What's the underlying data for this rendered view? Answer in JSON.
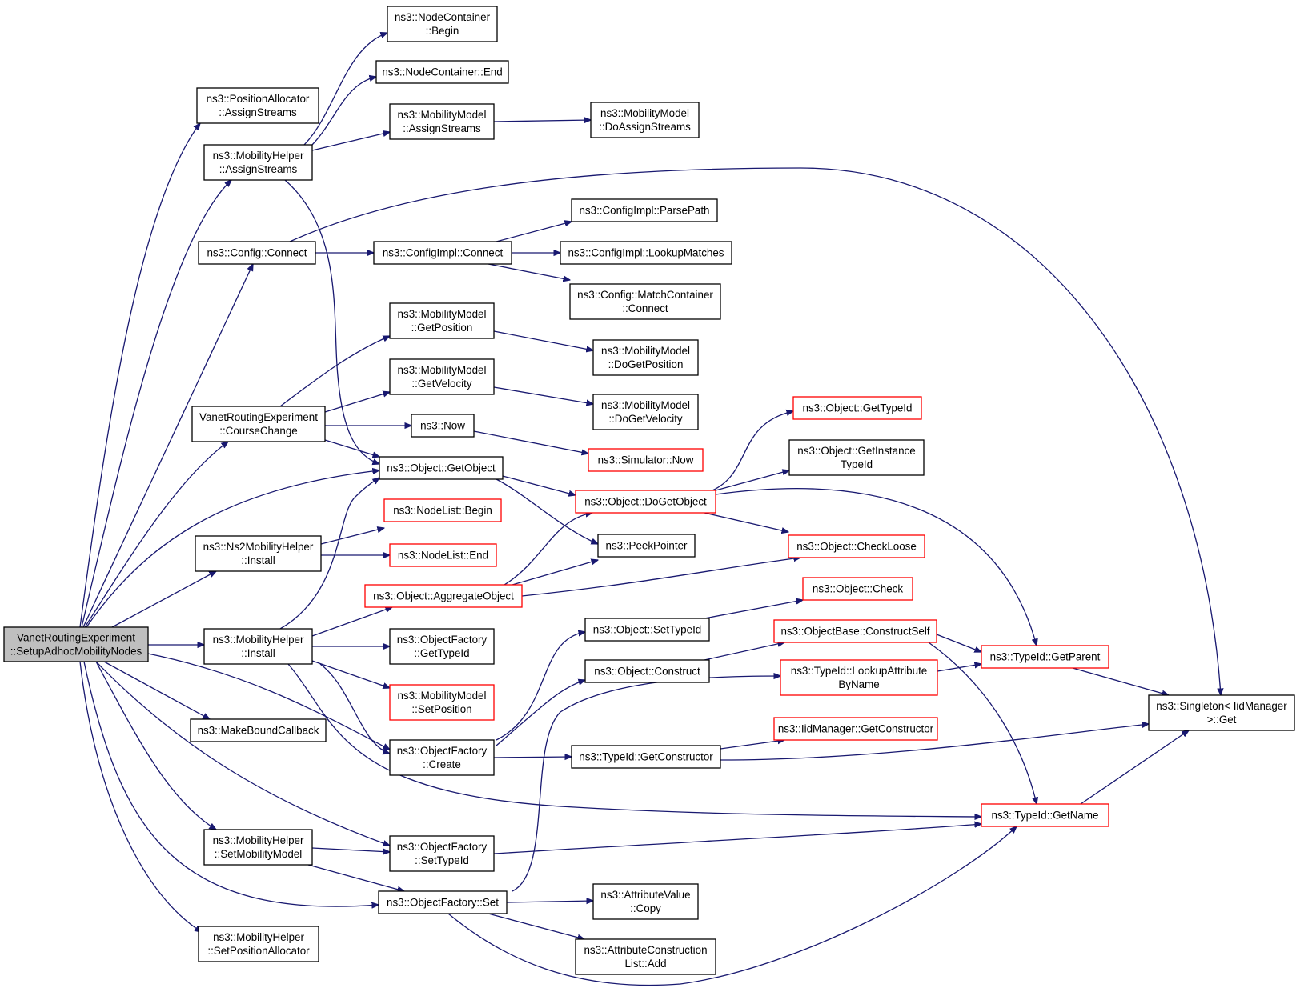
{
  "nodes": [
    {
      "id": "root",
      "lines": [
        "VanetRoutingExperiment",
        "::SetupAdhocMobilityNodes"
      ],
      "kind": "root"
    },
    {
      "id": "pa_as",
      "lines": [
        "ns3::PositionAllocator",
        "::AssignStreams"
      ],
      "kind": "normal"
    },
    {
      "id": "nc_begin",
      "lines": [
        "ns3::NodeContainer",
        "::Begin"
      ],
      "kind": "normal"
    },
    {
      "id": "nc_end",
      "lines": [
        "ns3::NodeContainer::End"
      ],
      "kind": "normal"
    },
    {
      "id": "mm_as",
      "lines": [
        "ns3::MobilityModel",
        "::AssignStreams"
      ],
      "kind": "normal"
    },
    {
      "id": "mm_das",
      "lines": [
        "ns3::MobilityModel",
        "::DoAssignStreams"
      ],
      "kind": "normal"
    },
    {
      "id": "mh_as",
      "lines": [
        "ns3::MobilityHelper",
        "::AssignStreams"
      ],
      "kind": "normal"
    },
    {
      "id": "cfg_parse",
      "lines": [
        "ns3::ConfigImpl::ParsePath"
      ],
      "kind": "normal"
    },
    {
      "id": "cfg_connect",
      "lines": [
        "ns3::Config::Connect"
      ],
      "kind": "normal"
    },
    {
      "id": "cfgimpl_connect",
      "lines": [
        "ns3::ConfigImpl::Connect"
      ],
      "kind": "normal"
    },
    {
      "id": "cfg_lookup",
      "lines": [
        "ns3::ConfigImpl::LookupMatches"
      ],
      "kind": "normal"
    },
    {
      "id": "cfg_mc",
      "lines": [
        "ns3::Config::MatchContainer",
        "::Connect"
      ],
      "kind": "normal"
    },
    {
      "id": "mm_gp",
      "lines": [
        "ns3::MobilityModel",
        "::GetPosition"
      ],
      "kind": "normal"
    },
    {
      "id": "mm_dgp",
      "lines": [
        "ns3::MobilityModel",
        "::DoGetPosition"
      ],
      "kind": "normal"
    },
    {
      "id": "mm_gv",
      "lines": [
        "ns3::MobilityModel",
        "::GetVelocity"
      ],
      "kind": "normal"
    },
    {
      "id": "mm_dgv",
      "lines": [
        "ns3::MobilityModel",
        "::DoGetVelocity"
      ],
      "kind": "normal"
    },
    {
      "id": "obj_gti",
      "lines": [
        "ns3::Object::GetTypeId"
      ],
      "kind": "ext"
    },
    {
      "id": "vre_cc",
      "lines": [
        "VanetRoutingExperiment",
        "::CourseChange"
      ],
      "kind": "normal"
    },
    {
      "id": "now",
      "lines": [
        "ns3::Now"
      ],
      "kind": "normal"
    },
    {
      "id": "obj_giti",
      "lines": [
        "ns3::Object::GetInstance",
        "TypeId"
      ],
      "kind": "normal"
    },
    {
      "id": "sim_now",
      "lines": [
        "ns3::Simulator::Now"
      ],
      "kind": "ext"
    },
    {
      "id": "obj_go",
      "lines": [
        "ns3::Object::GetObject"
      ],
      "kind": "normal"
    },
    {
      "id": "obj_dgo",
      "lines": [
        "ns3::Object::DoGetObject"
      ],
      "kind": "ext"
    },
    {
      "id": "nl_begin",
      "lines": [
        "ns3::NodeList::Begin"
      ],
      "kind": "ext"
    },
    {
      "id": "ns2_install",
      "lines": [
        "ns3::Ns2MobilityHelper",
        "::Install"
      ],
      "kind": "normal"
    },
    {
      "id": "peek",
      "lines": [
        "ns3::PeekPointer"
      ],
      "kind": "normal"
    },
    {
      "id": "obj_cl",
      "lines": [
        "ns3::Object::CheckLoose"
      ],
      "kind": "ext"
    },
    {
      "id": "nl_end",
      "lines": [
        "ns3::NodeList::End"
      ],
      "kind": "ext"
    },
    {
      "id": "obj_ao",
      "lines": [
        "ns3::Object::AggregateObject"
      ],
      "kind": "ext"
    },
    {
      "id": "obj_check",
      "lines": [
        "ns3::Object::Check"
      ],
      "kind": "ext"
    },
    {
      "id": "obj_sti",
      "lines": [
        "ns3::Object::SetTypeId"
      ],
      "kind": "normal"
    },
    {
      "id": "ob_cs",
      "lines": [
        "ns3::ObjectBase::ConstructSelf"
      ],
      "kind": "ext"
    },
    {
      "id": "mh_install",
      "lines": [
        "ns3::MobilityHelper",
        "::Install"
      ],
      "kind": "normal"
    },
    {
      "id": "of_gti",
      "lines": [
        "ns3::ObjectFactory",
        "::GetTypeId"
      ],
      "kind": "normal"
    },
    {
      "id": "tid_gp",
      "lines": [
        "ns3::TypeId::GetParent"
      ],
      "kind": "ext"
    },
    {
      "id": "obj_construct",
      "lines": [
        "ns3::Object::Construct"
      ],
      "kind": "normal"
    },
    {
      "id": "mm_sp",
      "lines": [
        "ns3::MobilityModel",
        "::SetPosition"
      ],
      "kind": "ext"
    },
    {
      "id": "tid_lab",
      "lines": [
        "ns3::TypeId::LookupAttribute",
        "ByName"
      ],
      "kind": "ext"
    },
    {
      "id": "singleton",
      "lines": [
        "ns3::Singleton< IidManager",
        ">::Get"
      ],
      "kind": "normal"
    },
    {
      "id": "mbc",
      "lines": [
        "ns3::MakeBoundCallback"
      ],
      "kind": "normal"
    },
    {
      "id": "iid_gc",
      "lines": [
        "ns3::IidManager::GetConstructor"
      ],
      "kind": "ext"
    },
    {
      "id": "of_create",
      "lines": [
        "ns3::ObjectFactory",
        "::Create"
      ],
      "kind": "normal"
    },
    {
      "id": "tid_gc",
      "lines": [
        "ns3::TypeId::GetConstructor"
      ],
      "kind": "normal"
    },
    {
      "id": "tid_gn",
      "lines": [
        "ns3::TypeId::GetName"
      ],
      "kind": "ext"
    },
    {
      "id": "mh_smm",
      "lines": [
        "ns3::MobilityHelper",
        "::SetMobilityModel"
      ],
      "kind": "normal"
    },
    {
      "id": "of_sti",
      "lines": [
        "ns3::ObjectFactory",
        "::SetTypeId"
      ],
      "kind": "normal"
    },
    {
      "id": "of_set",
      "lines": [
        "ns3::ObjectFactory::Set"
      ],
      "kind": "normal"
    },
    {
      "id": "av_copy",
      "lines": [
        "ns3::AttributeValue",
        "::Copy"
      ],
      "kind": "normal"
    },
    {
      "id": "mh_spa",
      "lines": [
        "ns3::MobilityHelper",
        "::SetPositionAllocator"
      ],
      "kind": "normal"
    },
    {
      "id": "acl_add",
      "lines": [
        "ns3::AttributeConstruction",
        "List::Add"
      ],
      "kind": "normal"
    }
  ],
  "edges": [
    [
      "root",
      "pa_as"
    ],
    [
      "root",
      "mh_as"
    ],
    [
      "root",
      "cfg_connect"
    ],
    [
      "root",
      "vre_cc"
    ],
    [
      "root",
      "obj_go"
    ],
    [
      "root",
      "ns2_install"
    ],
    [
      "root",
      "mh_install"
    ],
    [
      "root",
      "mbc"
    ],
    [
      "root",
      "of_create"
    ],
    [
      "root",
      "mh_smm"
    ],
    [
      "root",
      "of_sti"
    ],
    [
      "root",
      "of_set"
    ],
    [
      "root",
      "mh_spa"
    ],
    [
      "mh_as",
      "nc_begin"
    ],
    [
      "mh_as",
      "nc_end"
    ],
    [
      "mh_as",
      "mm_as"
    ],
    [
      "mh_as",
      "obj_go"
    ],
    [
      "mm_as",
      "mm_das"
    ],
    [
      "cfg_connect",
      "cfgimpl_connect"
    ],
    [
      "cfg_connect",
      "singleton"
    ],
    [
      "cfgimpl_connect",
      "cfg_parse"
    ],
    [
      "cfgimpl_connect",
      "cfg_lookup"
    ],
    [
      "cfgimpl_connect",
      "cfg_mc"
    ],
    [
      "vre_cc",
      "mm_gp"
    ],
    [
      "vre_cc",
      "mm_gv"
    ],
    [
      "vre_cc",
      "now"
    ],
    [
      "vre_cc",
      "obj_go"
    ],
    [
      "mm_gp",
      "mm_dgp"
    ],
    [
      "mm_gv",
      "mm_dgv"
    ],
    [
      "now",
      "sim_now"
    ],
    [
      "obj_go",
      "obj_dgo"
    ],
    [
      "obj_go",
      "peek"
    ],
    [
      "obj_dgo",
      "obj_gti"
    ],
    [
      "obj_dgo",
      "obj_giti"
    ],
    [
      "obj_dgo",
      "obj_cl"
    ],
    [
      "obj_dgo",
      "tid_gp"
    ],
    [
      "ns2_install",
      "nl_begin"
    ],
    [
      "ns2_install",
      "nl_end"
    ],
    [
      "mh_install",
      "obj_go"
    ],
    [
      "mh_install",
      "obj_ao"
    ],
    [
      "mh_install",
      "of_gti"
    ],
    [
      "mh_install",
      "mm_sp"
    ],
    [
      "mh_install",
      "of_create"
    ],
    [
      "mh_install",
      "tid_gn"
    ],
    [
      "obj_ao",
      "obj_dgo"
    ],
    [
      "obj_ao",
      "peek"
    ],
    [
      "obj_ao",
      "obj_cl"
    ],
    [
      "of_create",
      "obj_sti"
    ],
    [
      "of_create",
      "obj_construct"
    ],
    [
      "of_create",
      "tid_gc"
    ],
    [
      "obj_sti",
      "obj_check"
    ],
    [
      "obj_construct",
      "ob_cs"
    ],
    [
      "ob_cs",
      "tid_gp"
    ],
    [
      "ob_cs",
      "tid_gn"
    ],
    [
      "tid_lab",
      "tid_gp"
    ],
    [
      "tid_gp",
      "singleton"
    ],
    [
      "tid_gc",
      "iid_gc"
    ],
    [
      "tid_gc",
      "singleton"
    ],
    [
      "tid_gn",
      "singleton"
    ],
    [
      "mh_smm",
      "of_sti"
    ],
    [
      "mh_smm",
      "of_set"
    ],
    [
      "of_sti",
      "tid_gn"
    ],
    [
      "of_set",
      "tid_lab"
    ],
    [
      "of_set",
      "av_copy"
    ],
    [
      "of_set",
      "acl_add"
    ],
    [
      "of_set",
      "tid_gn"
    ]
  ]
}
